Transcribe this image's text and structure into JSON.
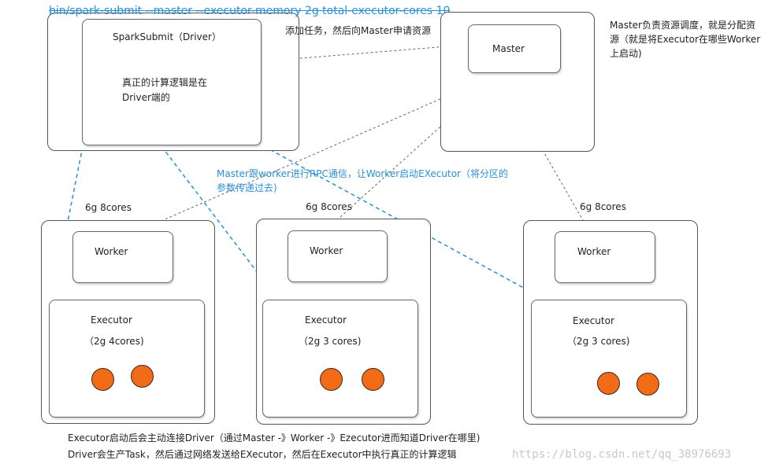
{
  "command": "bin/spark-submit --master --executor-memory 2g  total-executor-cores  10",
  "driver": {
    "title": "SparkSubmit（Driver）",
    "logic_line1": "真正的计算逻辑是在",
    "logic_line2": "Driver端的"
  },
  "submit_note": "添加任务，然后向Master申请资源",
  "master": {
    "label": "Master",
    "note_line1": "Master负责资源调度，就是分配资",
    "note_line2": "源（就是将Executor在哪些Worker",
    "note_line3": "上启动)"
  },
  "rpc_note_line1": "Master跟worker进行RPC通信，让Worker启动EXecutor（将分区的",
  "rpc_note_line2": "参数传递过去)",
  "nodes": [
    {
      "resources": "6g   8cores",
      "worker": "Worker",
      "executor": "Executor",
      "exec_res": "（2g   4cores)"
    },
    {
      "resources": "6g   8cores",
      "worker": "Worker",
      "executor": "Executor",
      "exec_res": "（2g   3 cores)"
    },
    {
      "resources": "6g   8cores",
      "worker": "Worker",
      "executor": "Executor",
      "exec_res": "（2g   3 cores)"
    }
  ],
  "footer_line1": "Executor启动后会主动连接Driver（通过Master -》Worker -》Ezecutor进而知道Driver在哪里)",
  "footer_line2": "Driver会生产Task，然后通过网络发送给EXecutor，然后在Executor中执行真正的计算逻辑",
  "watermark": "https://blog.csdn.net/qq_38976693",
  "colors": {
    "task_dot": "#f26b16",
    "driver_link": "#2a8fd6",
    "annotation": "#2a8fd6"
  }
}
